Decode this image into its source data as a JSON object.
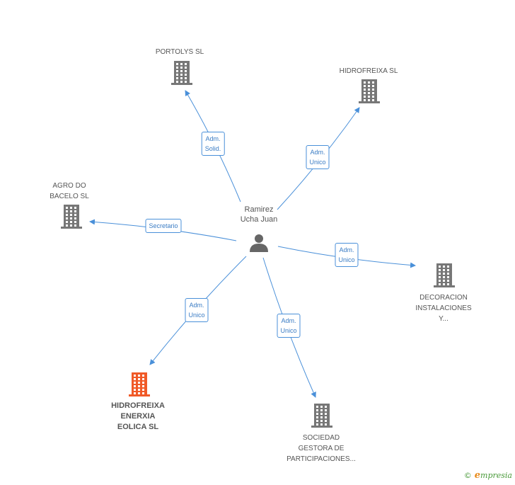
{
  "center": {
    "name_line1": "Ramirez",
    "name_line2": "Ucha Juan",
    "icon": "person-icon"
  },
  "colors": {
    "edge": "#4a90d9",
    "building": "#777777",
    "highlight": "#f05a28"
  },
  "companies": [
    {
      "id": "portolys",
      "lines": [
        "PORTOLYS SL"
      ],
      "role": [
        "Adm.",
        "Solid."
      ],
      "highlight": false,
      "icon": "building-icon"
    },
    {
      "id": "hidrofreixa",
      "lines": [
        "HIDROFREIXA SL"
      ],
      "role": [
        "Adm.",
        "Unico"
      ],
      "highlight": false,
      "icon": "building-icon"
    },
    {
      "id": "agro",
      "lines": [
        "AGRO DO",
        "BACELO SL"
      ],
      "role": [
        "Secretario"
      ],
      "highlight": false,
      "icon": "building-icon"
    },
    {
      "id": "decoracion",
      "lines": [
        "DECORACION",
        "INSTALACIONES",
        "Y..."
      ],
      "role": [
        "Adm.",
        "Unico"
      ],
      "highlight": false,
      "icon": "building-icon"
    },
    {
      "id": "enerxia",
      "lines": [
        "HIDROFREIXA",
        "ENERXIA",
        "EOLICA SL"
      ],
      "role": [
        "Adm.",
        "Unico"
      ],
      "highlight": true,
      "icon": "building-icon"
    },
    {
      "id": "sociedad",
      "lines": [
        "SOCIEDAD",
        "GESTORA DE",
        "PARTICIPACIONES..."
      ],
      "role": [
        "Adm.",
        "Unico"
      ],
      "highlight": false,
      "icon": "building-icon"
    }
  ],
  "footer": {
    "copyright": "©",
    "brand_initial": "e",
    "brand_rest": "mpresia"
  }
}
